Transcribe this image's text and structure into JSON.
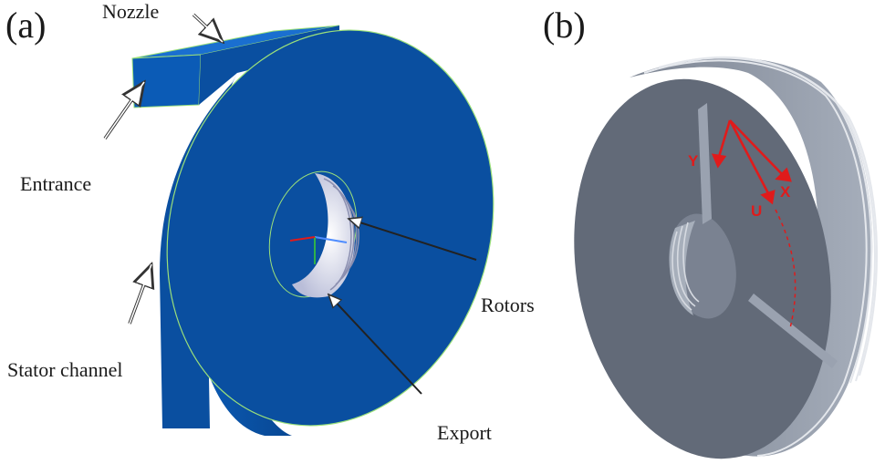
{
  "panel_a": {
    "label": "(a)",
    "callouts": {
      "nozzle": "Nozzle",
      "entrance": "Entrance",
      "rotors": "Rotors",
      "stator_channel": "Stator channel",
      "export": "Export"
    }
  },
  "panel_b": {
    "label": "(b)",
    "axes": {
      "y": "Y",
      "x": "X",
      "u": "U"
    }
  },
  "colors": {
    "model_blue": "#0a4fa0",
    "model_blue_dark": "#073c7d",
    "mesh_edge": "#9be07a",
    "gray_face": "#626a78",
    "gray_side": "#8a93a1",
    "red_axis": "#e01b1b"
  }
}
